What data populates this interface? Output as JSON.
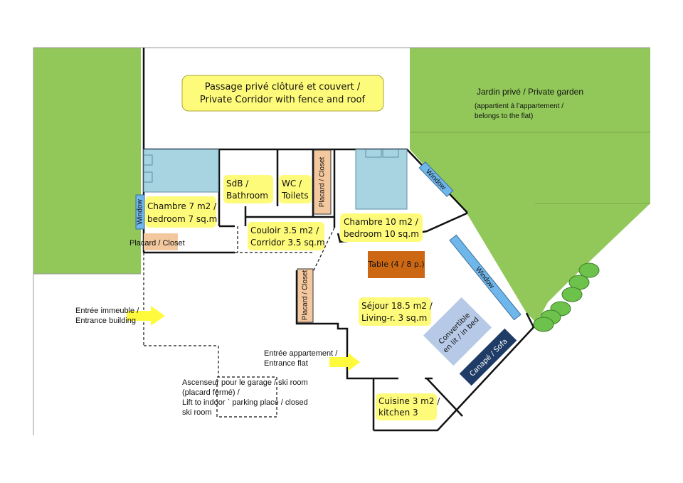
{
  "labels": {
    "passage_line1": "Passage privé clôturé et couvert /",
    "passage_line2": "Private Corridor with fence and roof",
    "garden_title": "Jardin privé / Private garden",
    "garden_sub1": "(appartient à l’appartement /",
    "garden_sub2": "belongs to the flat)",
    "bedroom7_line1": "Chambre 7 m2 /",
    "bedroom7_line2": "bedroom 7 sq.m",
    "sdb_line1": "SdB /",
    "sdb_line2": "Bathroom",
    "wc_line1": "WC /",
    "wc_line2": "Toilets",
    "closet_vertical": "Placard / Closet",
    "bedroom10_line1": "Chambre 10 m2 /",
    "bedroom10_line2": "bedroom 10 sq.m",
    "corridor_line1": "Couloir 3.5 m2 /",
    "corridor_line2": "Corridor 3.5 sq.m",
    "closet_left": "Placard / Closet",
    "closet_middle": "Placard / Closet",
    "table": "Table (4 / 8 p.)",
    "window": "Window",
    "living_line1": "Séjour 18.5 m2 /",
    "living_line2": "Living-r. 3 sq.m",
    "sofa_bed_line1": "Convertible",
    "sofa_bed_line2": "en lit / in bed",
    "sofa": "Canapé / Sofa",
    "entrance_building_line1": "Entrée immeuble /",
    "entrance_building_line2": "Entrance building",
    "entrance_flat_line1": "Entrée appartement /",
    "entrance_flat_line2": "Entrance flat",
    "lift_line1": "Ascenseur pour le garage / ski room",
    "lift_line2": "(placard fermé) /",
    "lift_line3": "Lift to  indoor ` parking place / closed",
    "lift_line4": "ski room",
    "kitchen_line1": "Cuisine 3 m2 /",
    "kitchen_line2": "kitchen 3"
  },
  "colors": {
    "garden": "#92c85a",
    "label_box": "#fffb7a",
    "label_border": "#a8a63a",
    "bed": "#a8d3e0",
    "bed_border": "#5d8fa8",
    "window": "#6fb6ea",
    "window_border": "#3a6f99",
    "closet": "#f4c89e",
    "table": "#cc6714",
    "sofa_bed": "#b6c9e6",
    "sofa": "#1f3c66",
    "tree": "#6cc24a",
    "tree_border": "#3f7f2a",
    "arrow": "#fffb3c",
    "wall": "#111111"
  }
}
